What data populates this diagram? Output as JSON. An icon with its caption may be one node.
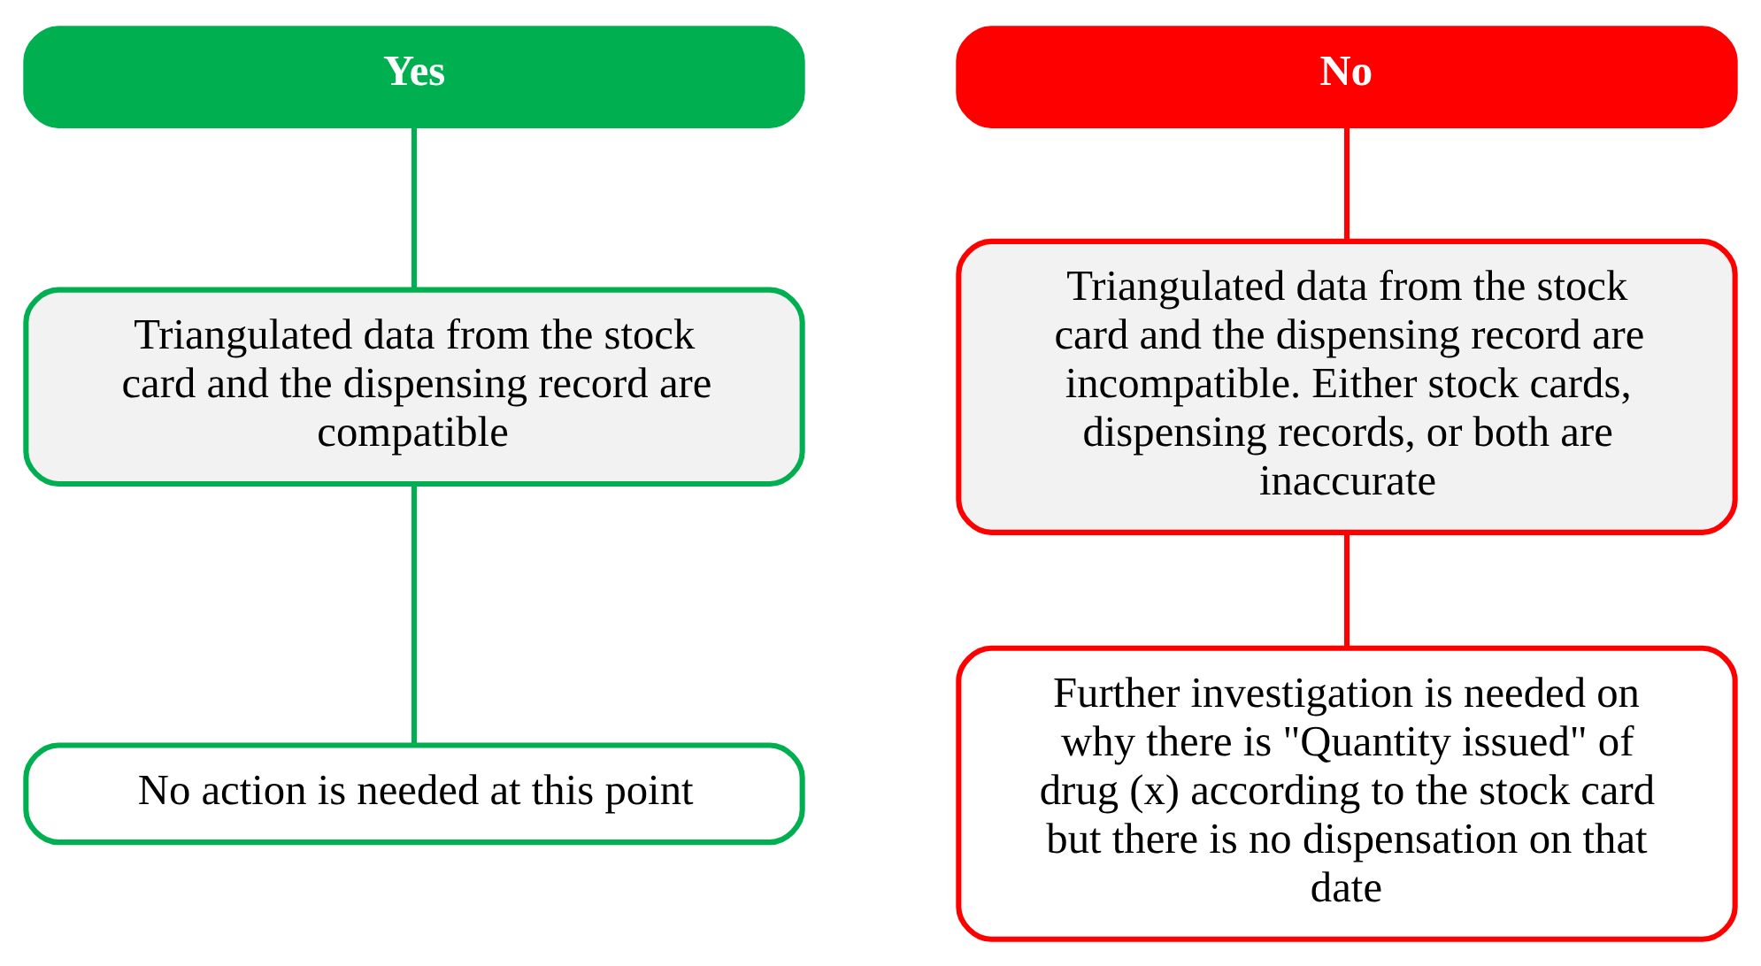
{
  "diagram": {
    "nodes": [
      {
        "text": [
          "Yes"
        ]
      },
      {
        "text": [
          "No"
        ]
      },
      {
        "text": [
          "Triangulated data from the stock card and the dispensing record are compatible"
        ]
      },
      {
        "text": [
          "Triangulated data from the stock card and the dispensing record are incompatible. Either stock cards, dispensing records, or both are inaccurate"
        ]
      },
      {
        "text": [
          "No action is needed at this point"
        ]
      },
      {
        "text": [
          "Further investigation is needed on why there is \"Quantity issued\" of drug (x) according to the stock card but there is no dispensation on that date"
        ]
      }
    ],
    "edges": [
      {
        "from": 0,
        "to": 2,
        "arrow": "none",
        "color": "#00b050"
      },
      {
        "from": 1,
        "to": 3,
        "arrow": "none",
        "color": "#ff0000"
      },
      {
        "from": 2,
        "to": 4,
        "arrow": "none",
        "color": "#00b050"
      },
      {
        "from": 3,
        "to": 5,
        "arrow": "none",
        "color": "#ff0000"
      }
    ]
  }
}
